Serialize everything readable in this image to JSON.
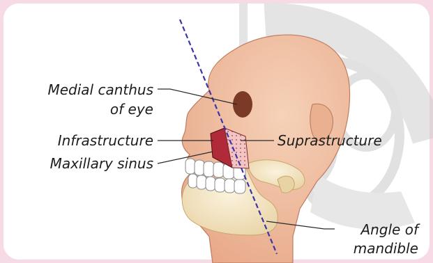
{
  "labels": {
    "medial_canthus_line1": "Medial canthus",
    "medial_canthus_line2": "of eye",
    "infrastructure": "Infrastructure",
    "maxillary_sinus": "Maxillary sinus",
    "suprastructure": "Suprastructure",
    "angle_line1": "Angle of",
    "angle_line2": "mandible"
  },
  "colors": {
    "outer_background": "#f6dbe6",
    "panel_background": "#ffffff",
    "skin": "#f2c2a2",
    "skull": "#f5e8c8",
    "teeth": "#ffffff",
    "infrastructure_fill": "#b12a3a",
    "suprastructure_fill": "#f3c4c4",
    "ohngren_line": "#3b35a8",
    "watermark": "#c9c9c9"
  }
}
